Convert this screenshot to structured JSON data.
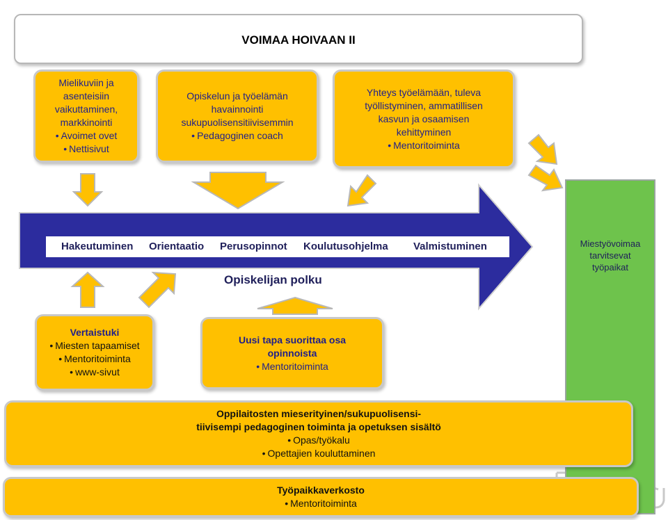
{
  "title": "VOIMAA HOIVAAN II",
  "top_boxes": [
    {
      "lines": [
        "Mielikuviin ja",
        "asenteisiin",
        "vaikuttaminen,",
        "markkinointi"
      ],
      "items": [
        "Avoimet  ovet",
        "Nettisivut"
      ]
    },
    {
      "lines": [
        "Opiskelun ja työelämän",
        "havainnointi",
        "sukupuolisensitiivisemmin"
      ],
      "items": [
        "Pedagoginen coach"
      ]
    },
    {
      "lines": [
        "Yhteys työelämään, tuleva",
        "työllistyminen, ammatillisen",
        "kasvun ja  osaamisen",
        "kehittyminen"
      ],
      "items": [
        "Mentoritoiminta"
      ]
    }
  ],
  "path": {
    "stages": [
      "Hakeutuminen",
      "Orientaatio",
      "Perusopinnot",
      "Koulutusohjelma",
      "Valmistuminen"
    ],
    "label": "Opiskelijan polku"
  },
  "green_box": {
    "lines": [
      "Miestyövoimaa",
      "tarvitsevat",
      "työpaikat"
    ]
  },
  "bottom_boxes": [
    {
      "title": "Vertaistuki",
      "items": [
        "Miesten tapaamiset",
        "Mentoritoiminta",
        "www-sivut"
      ]
    },
    {
      "lines": [
        "Uusi tapa suorittaa osa",
        "opinnoista"
      ],
      "items": [
        "Mentoritoiminta"
      ]
    }
  ],
  "wide_box": {
    "lines": [
      "Oppilaitosten  mieserityinen/sukupuolisensi-",
      "tiivisempi pedagoginen toiminta ja opetuksen sisältö"
    ],
    "items": [
      "Opas/työkalu",
      "Opettajien kouluttaminen"
    ]
  },
  "last_box": {
    "title": "Työpaikkaverkosto",
    "items": [
      "Mentoritoiminta"
    ]
  },
  "colors": {
    "orange": "#ffc000",
    "arrow_fill": "#ffc000",
    "arrow_stroke": "#b8b8b8",
    "path_arrow": "#2c2c9e",
    "green": "#6ec34c"
  }
}
